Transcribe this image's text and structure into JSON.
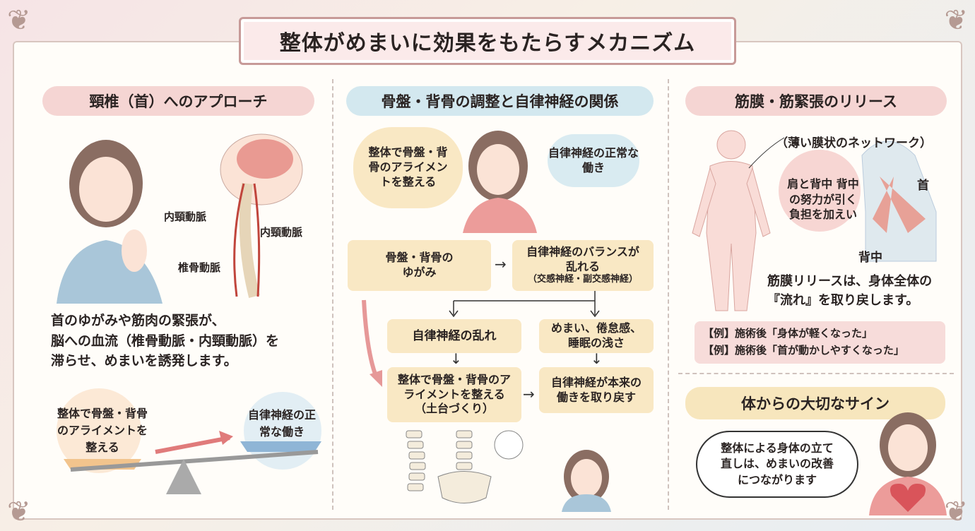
{
  "title": "整体がめまいに効果をもたらすメカニズム",
  "left": {
    "header": "頸椎（首）へのアプローチ",
    "labels": [
      "内頸動脈",
      "内頸動脈",
      "椎骨動脈"
    ],
    "body": [
      "首のゆがみや筋肉の緊張が、",
      "脳への血流（椎骨動脈・内頸動脈）を",
      "滞らせ、めまいを誘発します。"
    ],
    "seesaw_left": "整体で骨盤・背骨のアライメントを整える",
    "seesaw_right": "自律神経の正常な働き"
  },
  "middle": {
    "header": "骨盤・背骨の調整と自律神経の関係",
    "bubble_left": "整体で骨盤・背骨のアライメントを整える",
    "bubble_right": "自律神経の正常な働き",
    "flow": {
      "distortion": "骨盤・背骨のゆがみ",
      "balance": "自律神経のバランスが乱れる",
      "balance_sub": "（交感神経・副交感神経）",
      "disorder": "自律神経の乱れ",
      "symptoms": "めまい、倦怠感、睡眠の浅さ",
      "align": "整体で骨盤・背骨のアライメントを整える",
      "align_sub": "（土台づくり）",
      "restore": "自律神経が本来の働きを取り戻す"
    }
  },
  "right": {
    "header": "筋膜・筋緊張のリリース",
    "network_label": "（薄い膜状のネットワーク）",
    "bubble": "肩と背中 背中の努力が引く負担を加えい",
    "neck_label": "首",
    "back_label": "背中",
    "body": [
      "筋膜リリースは、身体全体の",
      "『流れ』を取り戻します。"
    ],
    "examples": [
      "【例】施術後「身体が軽くなった」",
      "【例】施術後「首が動かしやすくなった」"
    ],
    "sign_header": "体からの大切なサイン",
    "sign_bubble": "整体による身体の立て直しは、めまいの改善につながります"
  }
}
